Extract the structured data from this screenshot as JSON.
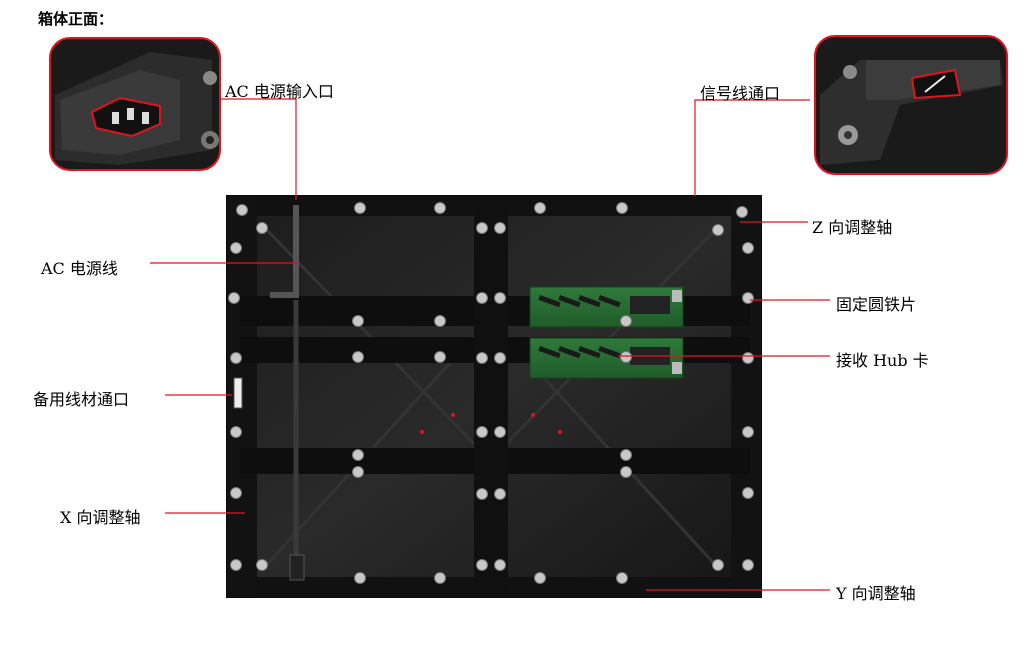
{
  "title": "箱体正面：",
  "labels": {
    "ac_inlet": "AC 电源输入口",
    "signal_channel": "信号线通口",
    "z_axis": "Z 向调整轴",
    "ac_cable": "AC 电源线",
    "fixed_plate": "固定圆铁片",
    "hub_card": "接收 Hub 卡",
    "spare_channel": "备用线材通口",
    "x_axis": "X 向调整轴",
    "y_axis": "Y 向调整轴"
  }
}
